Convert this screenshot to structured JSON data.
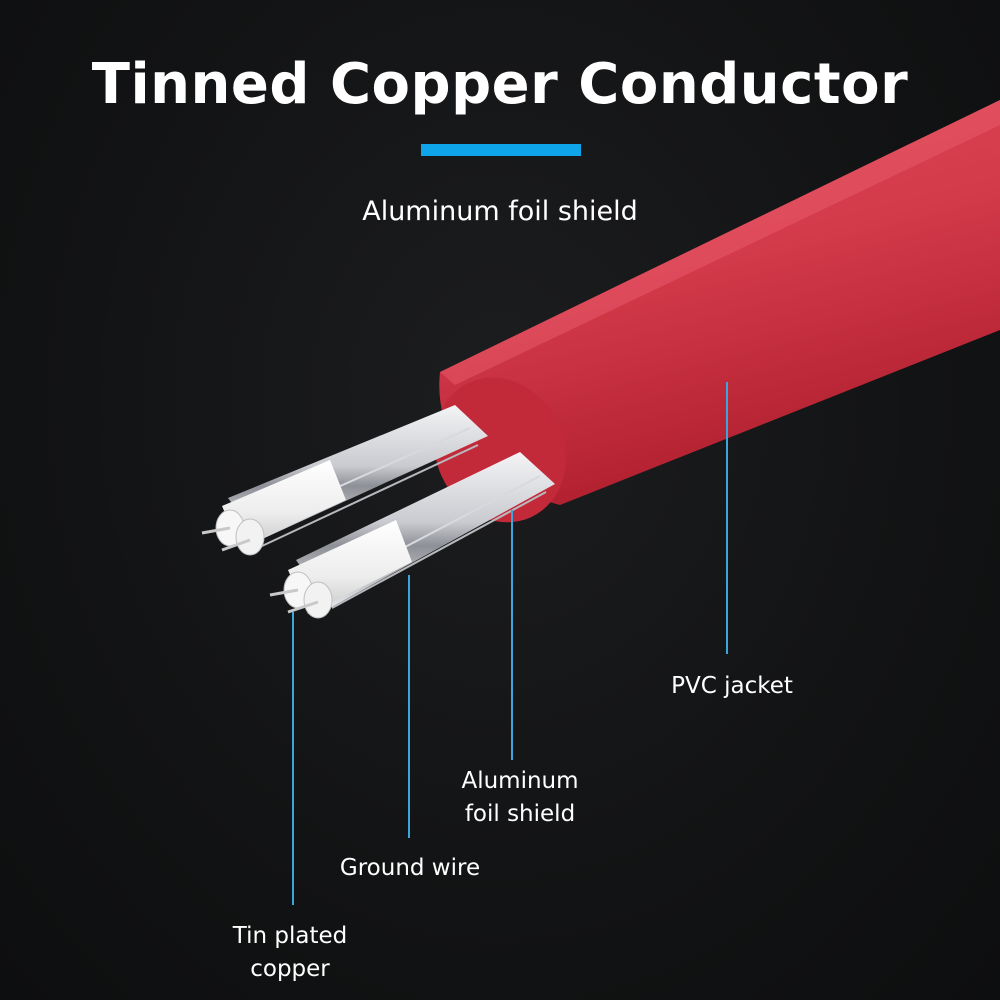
{
  "title": "Tinned Copper Conductor",
  "subtitle": "Aluminum foil shield",
  "colors": {
    "background": "#121314",
    "accent": "#0ea5ea",
    "jacket": "#d33a4a",
    "jacket_dark": "#b42232",
    "leader_line": "#3aa6dc"
  },
  "callouts": {
    "pvc_jacket": "PVC jacket",
    "foil_shield": [
      "Aluminum",
      "foil shield"
    ],
    "ground_wire": "Ground wire",
    "tin_plated": [
      "Tin plated",
      "copper"
    ]
  }
}
